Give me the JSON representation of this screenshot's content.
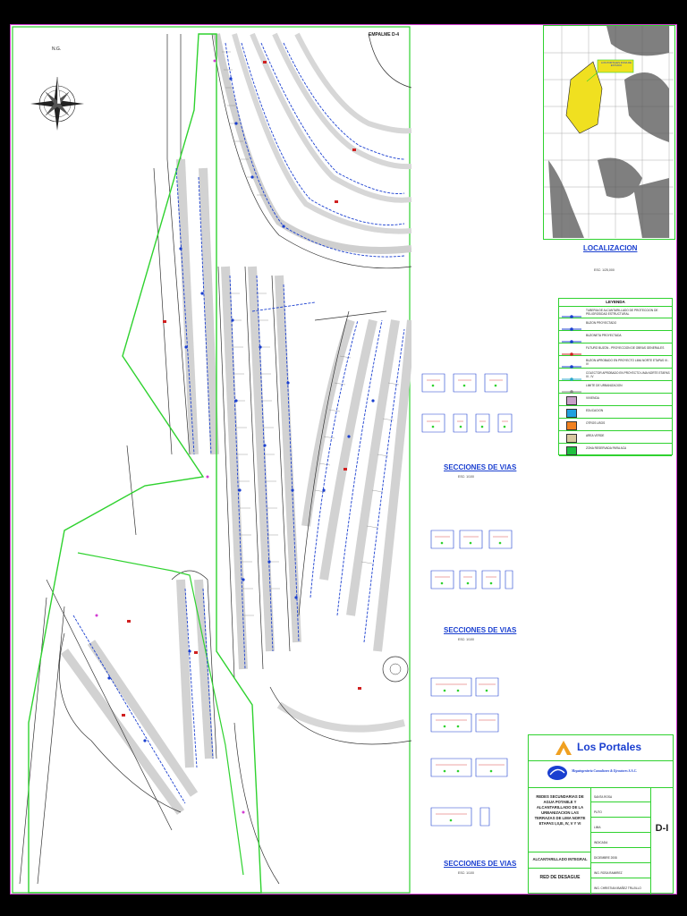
{
  "drawing": {
    "north_label": "N.G.",
    "plan_title": "EMPALME D-4",
    "localization_title": "LOCALIZACION",
    "localization_scale": "ESC: 1/25,000",
    "localization_note": "LOS PORTALES ZONA DE ESTUDIO",
    "sections": [
      {
        "title": "SECCIONES DE VIAS",
        "scale": "ESC: 1/100"
      },
      {
        "title": "SECCIONES DE VIAS",
        "scale": "ESC: 1/100"
      },
      {
        "title": "SECCIONES DE VIAS",
        "scale": "ESC: 1/100"
      }
    ]
  },
  "legend": {
    "title": "LEYENDA",
    "items": [
      {
        "label": "TUBERIA DE ALCANTARILLADO DE PROTECCION DE PELIGROSIDAD ESTRUCTURAL",
        "color": "#1a3fd0",
        "kind": "line"
      },
      {
        "label": "BUZON PROYECTADO",
        "color": "#1a3fd0",
        "kind": "line"
      },
      {
        "label": "BUZONETA PROYECTADA",
        "color": "#1a3fd0",
        "kind": "line"
      },
      {
        "label": "FUTURO BUZON - PROYECCION DE OBRAS GENERALES",
        "color": "#d02020",
        "kind": "line"
      },
      {
        "label": "BUZON APROBADO EN PROYECTO LIMA NORTE ETAPAS III - IV",
        "color": "#1a3fd0",
        "kind": "line"
      },
      {
        "label": "COLECTOR APROBADO EN PROYECTO LIMA NORTE ETAPAS III - IV",
        "color": "#2aa8c8",
        "kind": "line"
      },
      {
        "label": "LIMITE DE URBANIZACION",
        "color": "#888888",
        "kind": "line"
      },
      {
        "label": "VIVIENDA",
        "color": "#c8a0c8",
        "kind": "fill"
      },
      {
        "label": "EDUCACION",
        "color": "#20a0e0",
        "kind": "fill"
      },
      {
        "label": "OTROS USOS",
        "color": "#f08020",
        "kind": "fill"
      },
      {
        "label": "AREA VERDE",
        "color": "#d8c8a0",
        "kind": "fill"
      },
      {
        "label": "ZONA RESERVADA PARA ACA",
        "color": "#20c040",
        "kind": "fill"
      }
    ]
  },
  "titleblock": {
    "company_name": "Los Portales",
    "consultant": "Megaingeniería Consultores & Ejecutores S.A.C.",
    "project": "REDES SECUNDARIAS DE AGUA POTABLE Y ALCANTARILLADO DE LA URBANIZACION LAS TERRAZAS DE LIMA NORTE ETAPAS I,II,III, IV, V Y VI",
    "plan_subject": "ALCANTARILLADO INTEGRAL",
    "plan_name": "RED DE DESAGUE",
    "sheet_code": "D-I",
    "fields": [
      "SANTA ROSA",
      "PUTO",
      "LIMA",
      "INDICADA",
      "DICIEMBRE 2008",
      "ING. ROSA RAMIREZ",
      "ING. CHRISTIAN IBAÑEZ TRUJILLO"
    ]
  },
  "colors": {
    "boundary": "#2fd22f",
    "sheet_border": "#d23bd2",
    "pipe": "#1a3fd0",
    "lots": "#555555"
  }
}
